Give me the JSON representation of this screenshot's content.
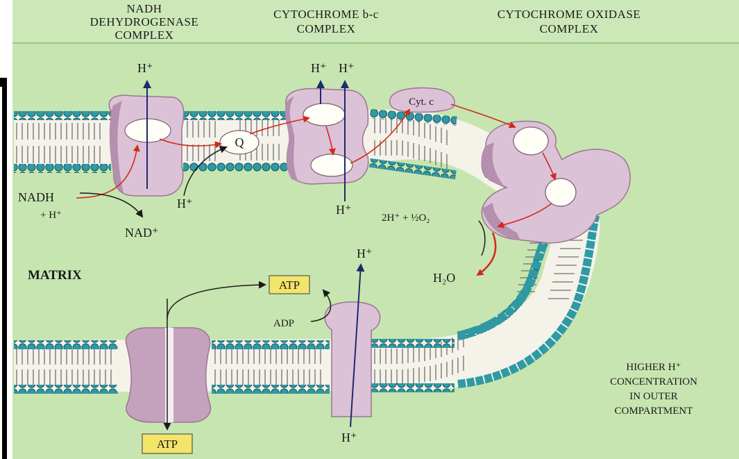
{
  "headers": {
    "nadh_complex": [
      "NADH",
      "DEHYDROGENASE",
      "COMPLEX"
    ],
    "cytochrome_bc": [
      "CYTOCHROME b-c",
      "COMPLEX"
    ],
    "cytochrome_oxidase": [
      "CYTOCHROME OXIDASE",
      "COMPLEX"
    ]
  },
  "labels": {
    "h_plus_1": "H⁺",
    "h_plus_2": "H⁺",
    "h_plus_3": "H⁺",
    "h_plus_q": "H⁺",
    "h_plus_bc_bottom": "H⁺",
    "h_plus_atp_top": "H⁺",
    "h_plus_atp_bottom": "H⁺",
    "nadh": "NADH",
    "nadh_plus": "+ H⁺",
    "nad_plus": "NAD⁺",
    "q": "Q",
    "cyt_c": "Cyt. c",
    "oxygen_reaction": "2H⁺ + ½O₂",
    "water": "H₂O",
    "matrix": "MATRIX",
    "atp_top": "ATP",
    "adp": "ADP",
    "atp_bottom": "ATP",
    "outer_note": [
      "HIGHER H⁺",
      "CONCENTRATION",
      "IN OUTER",
      "COMPARTMENT"
    ]
  },
  "colors": {
    "background": "#c7e5b0",
    "header_band": "#cde8b8",
    "protein": "#dcc2d6",
    "protein_dark": "#b58fae",
    "head_group": "#2e9aa6",
    "tail": "#ffffff",
    "arrow_red": "#d02a1a",
    "arrow_blue": "#1c2a6e",
    "atp_box": "#f3e56a"
  }
}
